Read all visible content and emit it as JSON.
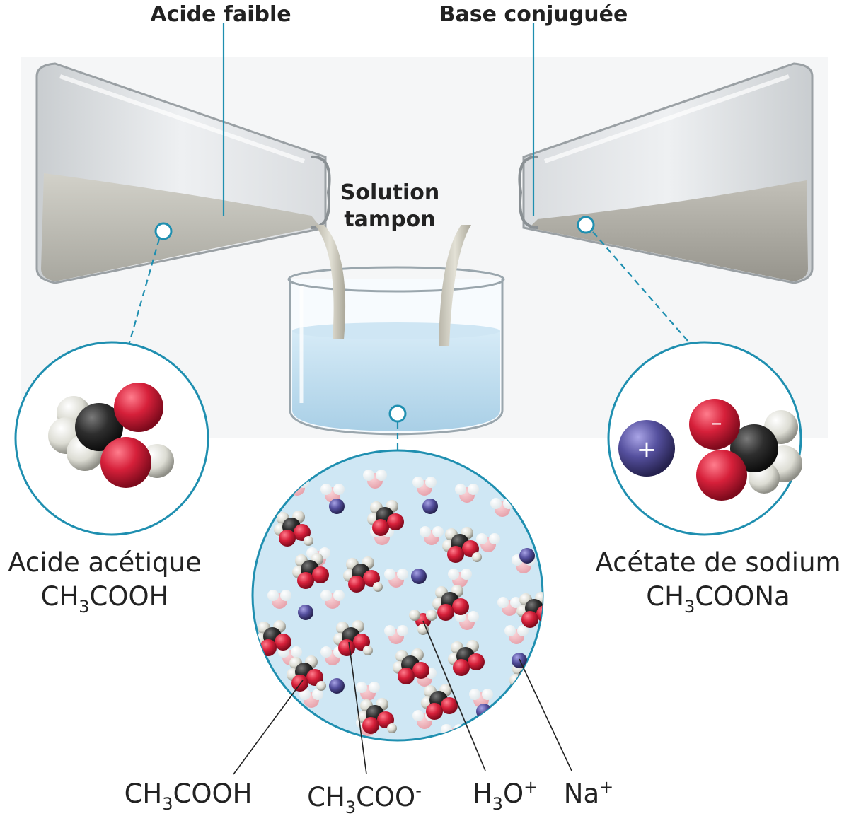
{
  "labels": {
    "weak_acid": "Acide faible",
    "conjugate_base": "Base conjuguée",
    "buffer_line1": "Solution",
    "buffer_line2": "tampon",
    "acetic_acid_name": "Acide acétique",
    "acetic_acid_formula": {
      "a": "CH",
      "sub": "3",
      "b": "COOH"
    },
    "sodium_acetate_name": "Acétate de sodium",
    "sodium_acetate_formula": {
      "a": "CH",
      "sub": "3",
      "b": "COONa"
    },
    "cation_sign": "+",
    "anion_sign": "–"
  },
  "species": [
    {
      "a": "CH",
      "sub": "3",
      "b": "COOH",
      "sup": ""
    },
    {
      "a": "CH",
      "sub": "3",
      "b": "COO",
      "sup": "-"
    },
    {
      "a": "H",
      "sub": "3",
      "b": "O",
      "sup": "+"
    },
    {
      "a": "Na",
      "sub": "",
      "b": "",
      "sup": "+"
    }
  ],
  "colors": {
    "leader_line": "#1f8fb0",
    "solution": "#bcdcef",
    "oxygen": "#d6203a",
    "carbon": "#2e2e2e",
    "hydrogen": "#e2e2da",
    "sodium": "#55509e",
    "powder": "#bdbcb5"
  }
}
